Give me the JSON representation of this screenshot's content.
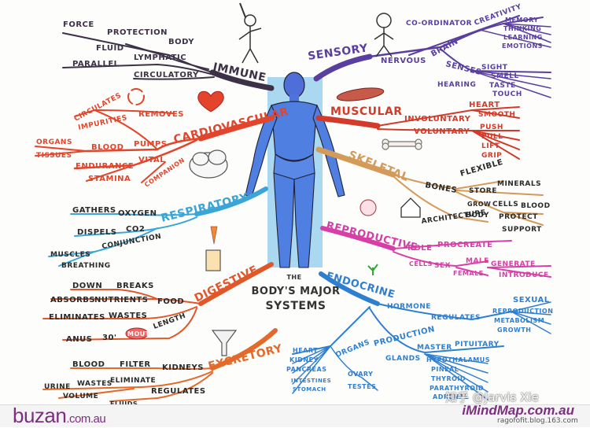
{
  "center": {
    "line1": "THE",
    "line2": "BODY'S MAJOR",
    "line3": "SYSTEMS"
  },
  "immune": {
    "title": "IMMUNE",
    "force": "FORCE",
    "protection": "PROTECTION",
    "body": "BODY",
    "fluid": "FLUID",
    "lymphatic": "LYMPHATIC",
    "parallel": "PARALLEL",
    "circulatory": "CIRCULATORY"
  },
  "cardio": {
    "title": "CARDIOVASCULAR",
    "circulates": "CIRCULATES",
    "impurities": "IMPURITIES",
    "removes": "REMOVES",
    "organs": "ORGANS",
    "tissues": "TISSUES",
    "blood": "BLOOD",
    "pumps": "PUMPS",
    "endurance": "ENDURANCE",
    "vital": "VITAL",
    "stamina": "STAMINA",
    "companion": "COMPANION"
  },
  "resp": {
    "title": "RESPIRATORY",
    "gathers": "GATHERS",
    "oxygen": "OXYGEN",
    "dispels": "DISPELS",
    "co2": "CO2",
    "conjunction": "CONJUNCTION",
    "muscles": "MUSCLES",
    "breathing": "BREATHING"
  },
  "digest": {
    "title": "DIGESTIVE",
    "down": "DOWN",
    "breaks": "BREAKS",
    "absorbs": "ABSORBS",
    "nutrients": "NUTRIENTS",
    "food": "FOOD",
    "eliminates": "ELIMINATES",
    "wastes": "WASTES",
    "anus": "ANUS",
    "thirty": "30'",
    "mouth": "MOUTH",
    "length": "LENGTH"
  },
  "excretory": {
    "title": "EXCRETORY",
    "blood": "BLOOD",
    "filter": "FILTER",
    "kidneys": "KIDNEYS",
    "urine": "URINE",
    "wastes": "WASTES",
    "eliminate": "ELIMINATE",
    "volume": "VOLUME",
    "regulates": "REGULATES",
    "fluids": "FLUIDS"
  },
  "sensory": {
    "title": "SENSORY",
    "nervous": "NERVOUS",
    "coordinator": "CO-ORDINATOR",
    "brain": "BRAIN",
    "creativity": "CREATIVITY",
    "memory": "MEMORY",
    "thinking": "THINKING",
    "learning": "LEARNING",
    "emotions": "EMOTIONS",
    "senses": "SENSES",
    "sight": "SIGHT",
    "smell": "SMELL",
    "hearing": "HEARING",
    "taste": "TASTE",
    "touch": "TOUCH"
  },
  "muscular": {
    "title": "MUSCULAR",
    "involuntary": "INVOLUNTARY",
    "heart": "HEART",
    "smooth": "SMOOTH",
    "voluntary": "VOLUNTARY",
    "push": "PUSH",
    "pull": "PULL",
    "lift": "LIFT",
    "grip": "GRIP"
  },
  "skeletal": {
    "title": "SKELETAL",
    "bones": "BONES",
    "flexible": "FLEXIBLE",
    "store": "STORE",
    "minerals": "MINERALS",
    "grow": "GROW",
    "cells": "CELLS",
    "blood": "BLOOD",
    "architecture": "ARCHITECTURE",
    "body": "BODY",
    "protect": "PROTECT",
    "support": "SUPPORT"
  },
  "repro": {
    "title": "REPRODUCTIVE",
    "role": "ROLE",
    "procreate": "PROCREATE",
    "male": "MALE",
    "cells": "CELLS",
    "sex": "SEX",
    "female": "FEMALE",
    "generate": "GENERATE",
    "introduce": "INTRODUCE"
  },
  "endocrine": {
    "title": "ENDOCRINE",
    "hormone": "HORMONE",
    "regulates": "REGULATES",
    "sexual": "SEXUAL",
    "reproduction": "REPRODUCTION",
    "metabolism": "METABOLISM",
    "growth": "GROWTH",
    "organs": "ORGANS",
    "production": "PRODUCTION",
    "heart": "HEART",
    "kidney": "KIDNEY",
    "pancreas": "PANCREAS",
    "intestines": "INTESTINES",
    "stomach": "STOMACH",
    "ovary": "OVARY",
    "testes": "TESTES",
    "glands": "GLANDS",
    "master": "MASTER",
    "pituitary": "PITUITARY",
    "hypothalamus": "HYPOTHALAMUS",
    "pineal": "PINEAL",
    "thyroid": "THYROID",
    "parathyroid": "PARATHYROID",
    "adrenal": "ADRENAL"
  },
  "footer": {
    "brand": "buzan",
    "brand_domain": ".com.au",
    "right": "iMindMap.com.au",
    "watermark": "知乎 @Jarvis Xie",
    "watermark2": "ragofofit.blog.163.com"
  },
  "colors": {
    "immune": "#3d3147",
    "cardio": "#e2452b",
    "resp": "#3aa6d8",
    "digest": "#e0582a",
    "excretory": "#e36a2a",
    "sensory": "#5a3fa0",
    "muscular": "#d23a2a",
    "skeletal": "#d49a5a",
    "repro": "#d63fa8",
    "endocrine": "#2f7fd0",
    "body": "#4f7fe0",
    "figure_bg": "#9bd1ef"
  }
}
